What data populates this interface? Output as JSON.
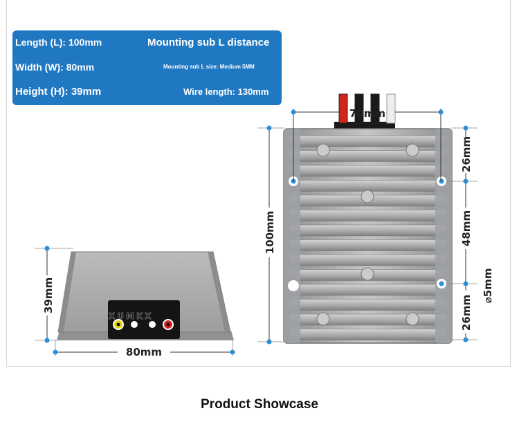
{
  "specs": {
    "length": "Length (L): 100mm",
    "width": "Width (W): 80mm",
    "height": "Height (H): 39mm",
    "mount_title": "Mounting sub L distance",
    "mount_size": "Mounting sub L size: Medium 5MM",
    "wire": "Wire length: 130mm"
  },
  "brand": "XUMKX",
  "dims": {
    "top_width": "70mm",
    "side_length": "100mm",
    "mount_top": "26mm",
    "mount_mid": "48mm",
    "mount_bottom": "26mm",
    "hole": "⌀5mm",
    "front_height": "39mm",
    "front_width": "80mm"
  },
  "colors": {
    "panel_blue": "#1f78c1",
    "dimension_blue": "#2a8fd6",
    "housing_silver": "#a9abad"
  },
  "title": "Product Showcase"
}
